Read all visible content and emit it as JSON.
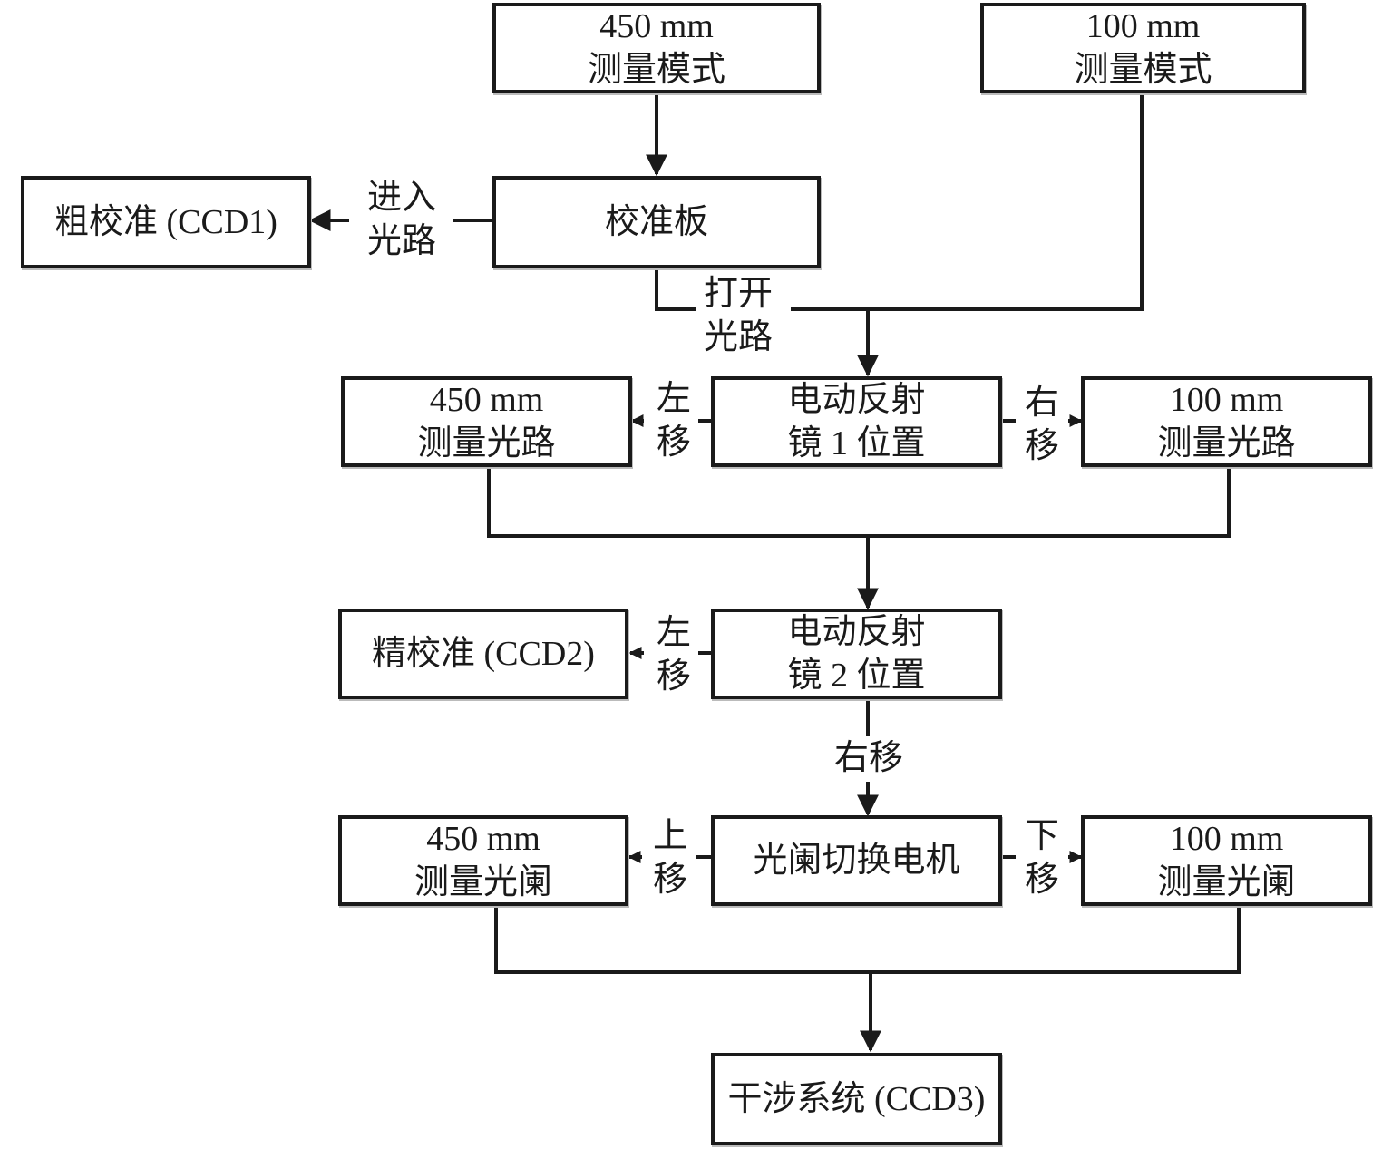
{
  "diagram": {
    "nodes": {
      "mode450": {
        "line1": "450 mm",
        "line2": "测量模式"
      },
      "mode100": {
        "line1": "100 mm",
        "line2": "测量模式"
      },
      "coarse": {
        "line1": "粗校准 (CCD1)"
      },
      "calib_plate": {
        "line1": "校准板"
      },
      "path450": {
        "line1": "450 mm",
        "line2": "测量光路"
      },
      "mirror1": {
        "line1": "电动反射",
        "line2": "镜 1 位置"
      },
      "path100": {
        "line1": "100 mm",
        "line2": "测量光路"
      },
      "fine": {
        "line1": "精校准 (CCD2)"
      },
      "mirror2": {
        "line1": "电动反射",
        "line2": "镜 2 位置"
      },
      "stop450": {
        "line1": "450 mm",
        "line2": "测量光阑"
      },
      "stop_motor": {
        "line1": "光阑切换电机"
      },
      "stop100": {
        "line1": "100 mm",
        "line2": "测量光阑"
      },
      "interf": {
        "line1": "干涉系统 (CCD3)"
      }
    },
    "edge_labels": {
      "enter_path": {
        "line1": "进入",
        "line2": "光路"
      },
      "open_path": {
        "line1": "打开",
        "line2": "光路"
      },
      "m1_left": {
        "line1": "左",
        "line2": "移"
      },
      "m1_right": {
        "line1": "右",
        "line2": "移"
      },
      "m2_left": {
        "line1": "左",
        "line2": "移"
      },
      "m2_right": {
        "line1": "右移"
      },
      "motor_up": {
        "line1": "上",
        "line2": "移"
      },
      "motor_down": {
        "line1": "下",
        "line2": "移"
      }
    }
  }
}
